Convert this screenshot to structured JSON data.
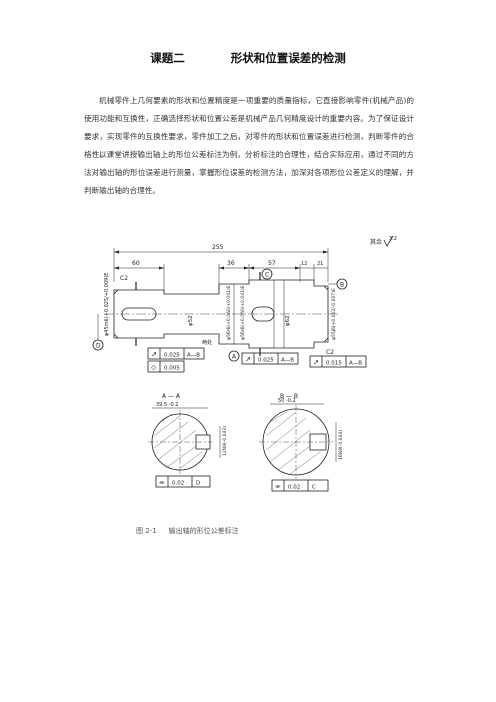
{
  "page": {
    "title_part1": "课题二",
    "title_part2": "形状和位置误差的检测",
    "paragraphs": [
      "机械零件上几何要素的形状和位置精度是一项重要的质量指标，它直接影响零件(机械产品)的使用功能和互换性，正确选择形状和位置公差是机械产品几何精度设计的重要内容。为了保证设计要求，实现零件的互换性要求，零件加工之后，对零件的形状和位置误差进行检测，判断零件的合格性。",
      "以课堂讲授输出轴上的形位公差标注为例，分析标注的合理性，结合实际应用，通过不同的方法对输出轴的形位误差进行测量，掌握形位误差的检测方法，加深对各项形位公差定义的理解，并判断输出轴的合理性。"
    ],
    "figure_caption_num": "图 2-1",
    "figure_caption_text": "输出轴的形位公差标注"
  },
  "drawing": {
    "roughness_other": "其余",
    "roughness_mark": "3.2",
    "dims": {
      "overall": "255",
      "d60": "60",
      "d36": "36",
      "d57": "57",
      "d12": "12",
      "d21": "21",
      "chamfer_left": "C2",
      "chamfer_right": "C2",
      "dia_left": "φ45m6(+0.025/+0.009)E",
      "dia_52": "φ52",
      "dia_56": "φ56r6(+0.060/+0.041)E",
      "dia_mid": "φ56r6(+0.060/+0.041)E",
      "dia_62": "φ62",
      "dia_right": "φ55j6(+0.012/-0.007)E",
      "both_ends": "两处"
    },
    "datums": {
      "A": "A",
      "B": "B",
      "C": "C",
      "D": "D"
    },
    "sections": {
      "AA_title": "A — A",
      "BB_title": "B — B",
      "AA_width": "39.5 -0.2",
      "AA_key": "12N9(-0.043)",
      "BB_width": "50 -0.2",
      "BB_key": "16N9(-0.043)"
    },
    "fcf": {
      "f1_sym": "↗",
      "f1_val": "0.025",
      "f1_ref": "A—B",
      "f2_sym": "◇",
      "f2_val": "0.005",
      "f3_sym": "↗",
      "f3_val": "0.025",
      "f3_ref": "A—B",
      "f4_sym": "↗",
      "f4_val": "0.015",
      "f4_ref": "A—B",
      "f5_sym": "⌯",
      "f5_val": "0.02",
      "f5_ref": "D",
      "f6_sym": "⌯",
      "f6_val": "0.02",
      "f6_ref": "C"
    }
  }
}
